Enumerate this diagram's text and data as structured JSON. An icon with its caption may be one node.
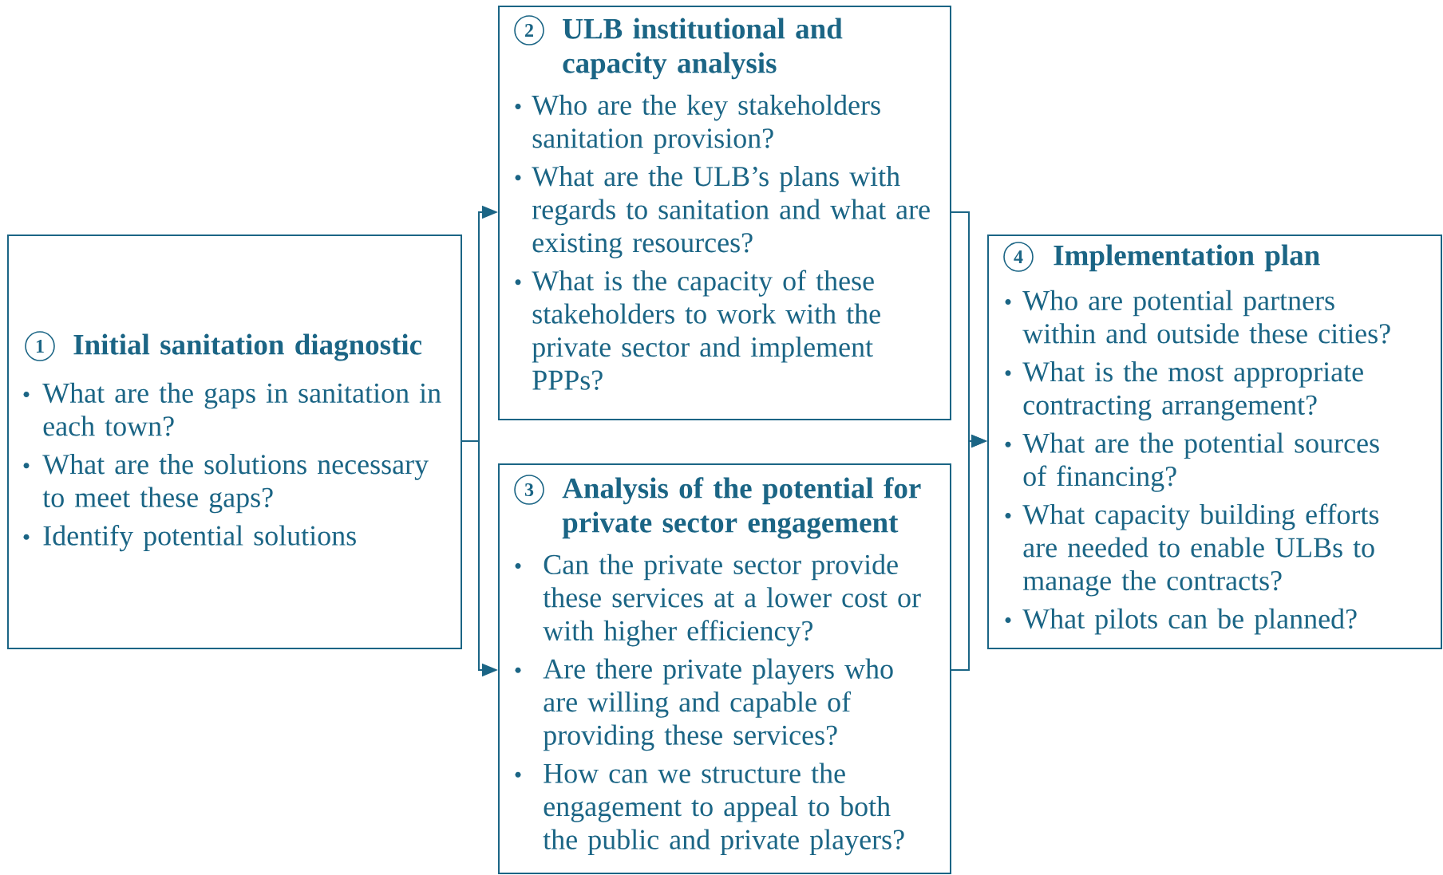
{
  "diagram": {
    "nodes": [
      {
        "text": [
          "1",
          "Initial sanitation diagnostic",
          "What are the gaps in sanitation in each town?",
          "What are the solutions necessary to meet these gaps?",
          "Identify potential solutions"
        ]
      },
      {
        "text": [
          "2",
          "ULB institutional and capacity analysis",
          "Who are the key stakeholders sanitation provision?",
          "What are the ULB’s plans with regards to sanitation and what are existing resources?",
          "What is the capacity of these stakeholders to work with the private sector and implement PPPs?"
        ]
      },
      {
        "text": [
          "3",
          "Analysis of the potential for private sector engagement",
          "Can the private sector provide these services at a lower cost or with higher efficiency?",
          "Are there private players who are willing and capable of providing these services?",
          "How can we structure the engagement to appeal to both the public and private players?"
        ]
      },
      {
        "text": [
          "4",
          "Implementation plan",
          "Who are potential partners within and outside these cities?",
          "What is the most appropriate contracting arrangement?",
          "What are the potential sources of financing?",
          "What capacity building efforts are needed to enable ULBs to manage the contracts?",
          "What pilots can be planned?"
        ]
      }
    ],
    "edges": [
      {
        "from": 0,
        "to": 1,
        "arrow": "to"
      },
      {
        "from": 0,
        "to": 2,
        "arrow": "to"
      },
      {
        "from": 1,
        "to": 3,
        "arrow": "to"
      },
      {
        "from": 2,
        "to": 3,
        "arrow": "to"
      }
    ]
  }
}
